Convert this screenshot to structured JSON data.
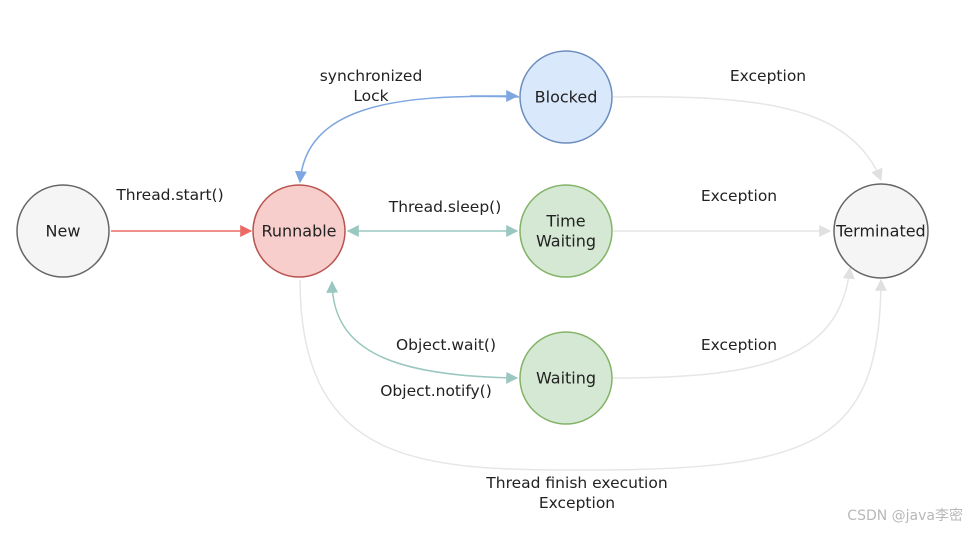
{
  "nodes": {
    "new": {
      "label": "New",
      "fill": "#f5f5f5",
      "stroke": "#666666"
    },
    "runnable": {
      "label": "Runnable",
      "fill": "#f8cecc",
      "stroke": "#b85450"
    },
    "blocked": {
      "label": "Blocked",
      "fill": "#dae8fc",
      "stroke": "#6c8ebf"
    },
    "time_waiting": {
      "label_line1": "Time",
      "label_line2": "Waiting",
      "fill": "#d5e8d4",
      "stroke": "#82b366"
    },
    "waiting": {
      "label": "Waiting",
      "fill": "#d5e8d4",
      "stroke": "#82b366"
    },
    "terminated": {
      "label": "Terminated",
      "fill": "#f5f5f5",
      "stroke": "#666666"
    }
  },
  "edges": {
    "start": {
      "label": "Thread.start()",
      "color": "#ea6b66"
    },
    "sync": {
      "label_line1": "synchronized",
      "label_line2": "Lock",
      "color": "#7ea6e0"
    },
    "sleep": {
      "label": "Thread.sleep()",
      "color": "#9ac7bf"
    },
    "wait": {
      "label": "Object.wait()",
      "color": "#9ac7bf"
    },
    "notify": {
      "label": "Object.notify()"
    },
    "blocked_exception": {
      "label": "Exception",
      "color": "#e6e6e6"
    },
    "time_waiting_exception": {
      "label": "Exception",
      "color": "#e6e6e6"
    },
    "waiting_exception": {
      "label": "Exception",
      "color": "#e6e6e6"
    },
    "finish": {
      "label_line1": "Thread finish execution",
      "label_line2": "Exception",
      "color": "#e6e6e6"
    }
  },
  "watermark": "CSDN @java李密"
}
